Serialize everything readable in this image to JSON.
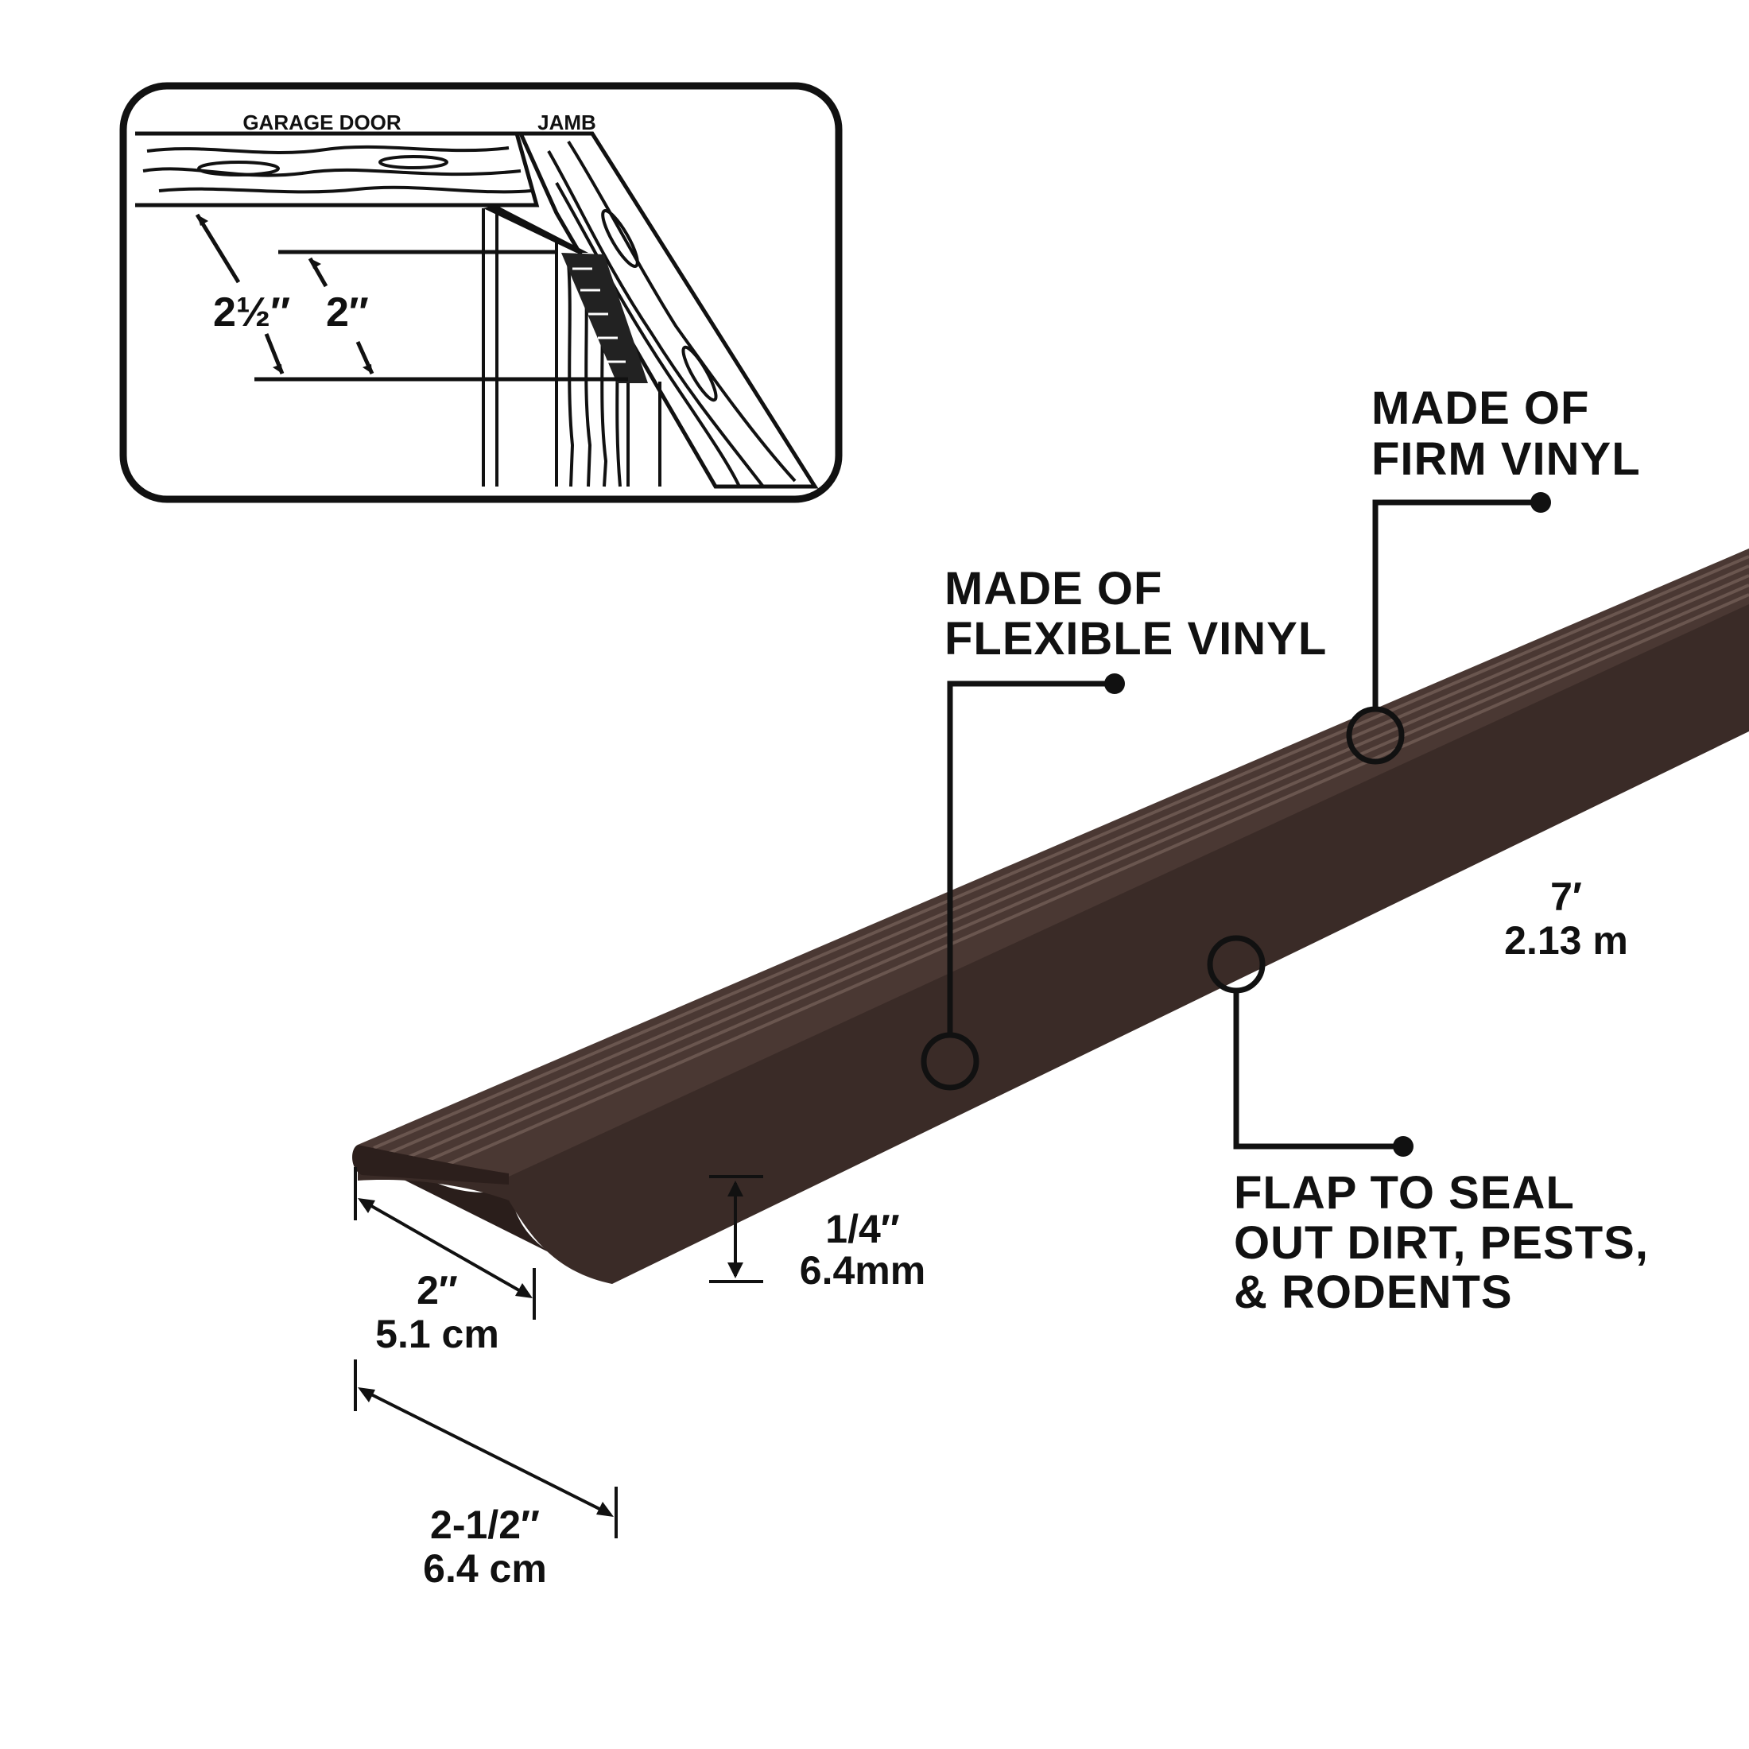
{
  "inset": {
    "garage_door_label": "GARAGE DOOR",
    "jamb_label": "JAMB",
    "dim_outer": "2½″",
    "dim_inner": "2″"
  },
  "callouts": {
    "firm_vinyl": [
      "MADE OF",
      "FIRM VINYL"
    ],
    "flexible_vinyl": [
      "MADE OF",
      "FLEXIBLE VINYL"
    ],
    "flap": [
      "FLAP TO SEAL",
      "OUT DIRT, PESTS,",
      "& RODENTS"
    ]
  },
  "dimensions": {
    "length": [
      "7′",
      "2.13 m"
    ],
    "thickness": [
      "1/4″",
      "6.4mm"
    ],
    "flap_width": [
      "2″",
      "5.1 cm"
    ],
    "total_width": [
      "2-1/2″",
      "6.4 cm"
    ]
  },
  "colors": {
    "strip": "#3a2b27",
    "strip_dark": "#2a1e1b",
    "strip_rib": "#5a4842",
    "ink": "#111111"
  }
}
